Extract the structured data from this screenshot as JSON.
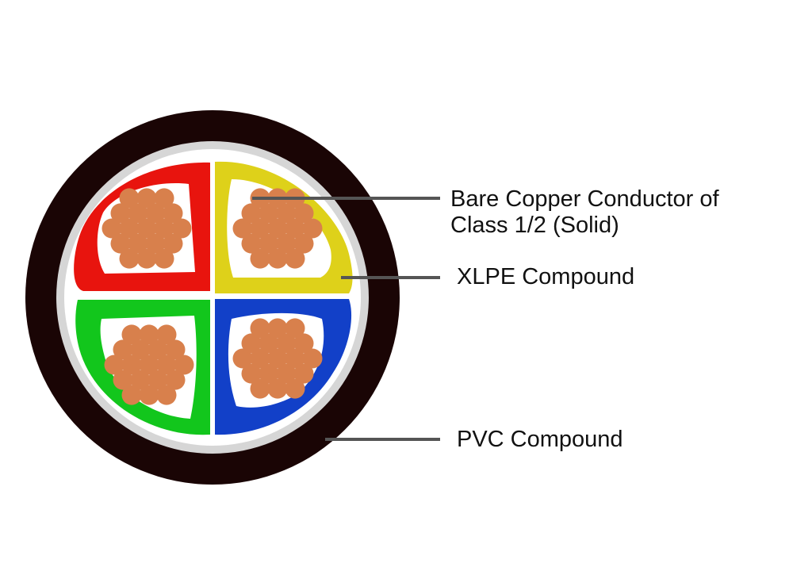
{
  "labels": {
    "conductor_line1": "Bare Copper Conductor of",
    "conductor_line2": "Class 1/2 (Solid)",
    "insulation": "XLPE Compound",
    "sheath": "PVC Compound"
  },
  "colors": {
    "outer_sheath": "#1a0505",
    "bedding": "#d6d6d6",
    "filler": "#ffffff",
    "core_red": "#e8140e",
    "core_yellow": "#ded11a",
    "core_green": "#12c61c",
    "core_blue": "#1240c8",
    "copper_strand": "#d8804c",
    "leader_line": "#555555"
  },
  "cores": [
    {
      "name": "red",
      "strands": 19
    },
    {
      "name": "yellow",
      "strands": 19
    },
    {
      "name": "green",
      "strands": 19
    },
    {
      "name": "blue",
      "strands": 19
    }
  ]
}
